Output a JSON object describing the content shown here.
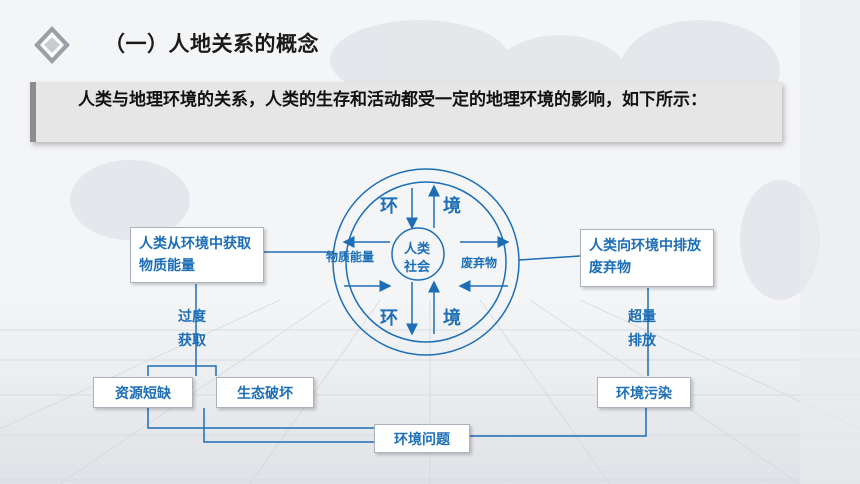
{
  "title": "（一）人地关系的概念",
  "intro": "人类与地理环境的关系，人类的生存和活动都受一定的地理环境的影响，如下所示：",
  "diagram": {
    "left_box": "人类从环境中获取物质能量",
    "right_box": "人类向环境中排放废弃物",
    "left_process": [
      "过度",
      "获取"
    ],
    "right_process": [
      "超量",
      "排放"
    ],
    "resource_shortage": "资源短缺",
    "eco_damage": "生态破坏",
    "pollution": "环境污染",
    "env_problem": "环境问题",
    "circle": {
      "top_left": "环",
      "top_right": "境",
      "bottom_left": "环",
      "bottom_right": "境",
      "center_1": "人类",
      "center_2": "社会",
      "left_label": "物质能量",
      "right_label": "废弃物"
    }
  },
  "colors": {
    "accent": "#1c6eb6",
    "line": "#1c6eb6"
  }
}
